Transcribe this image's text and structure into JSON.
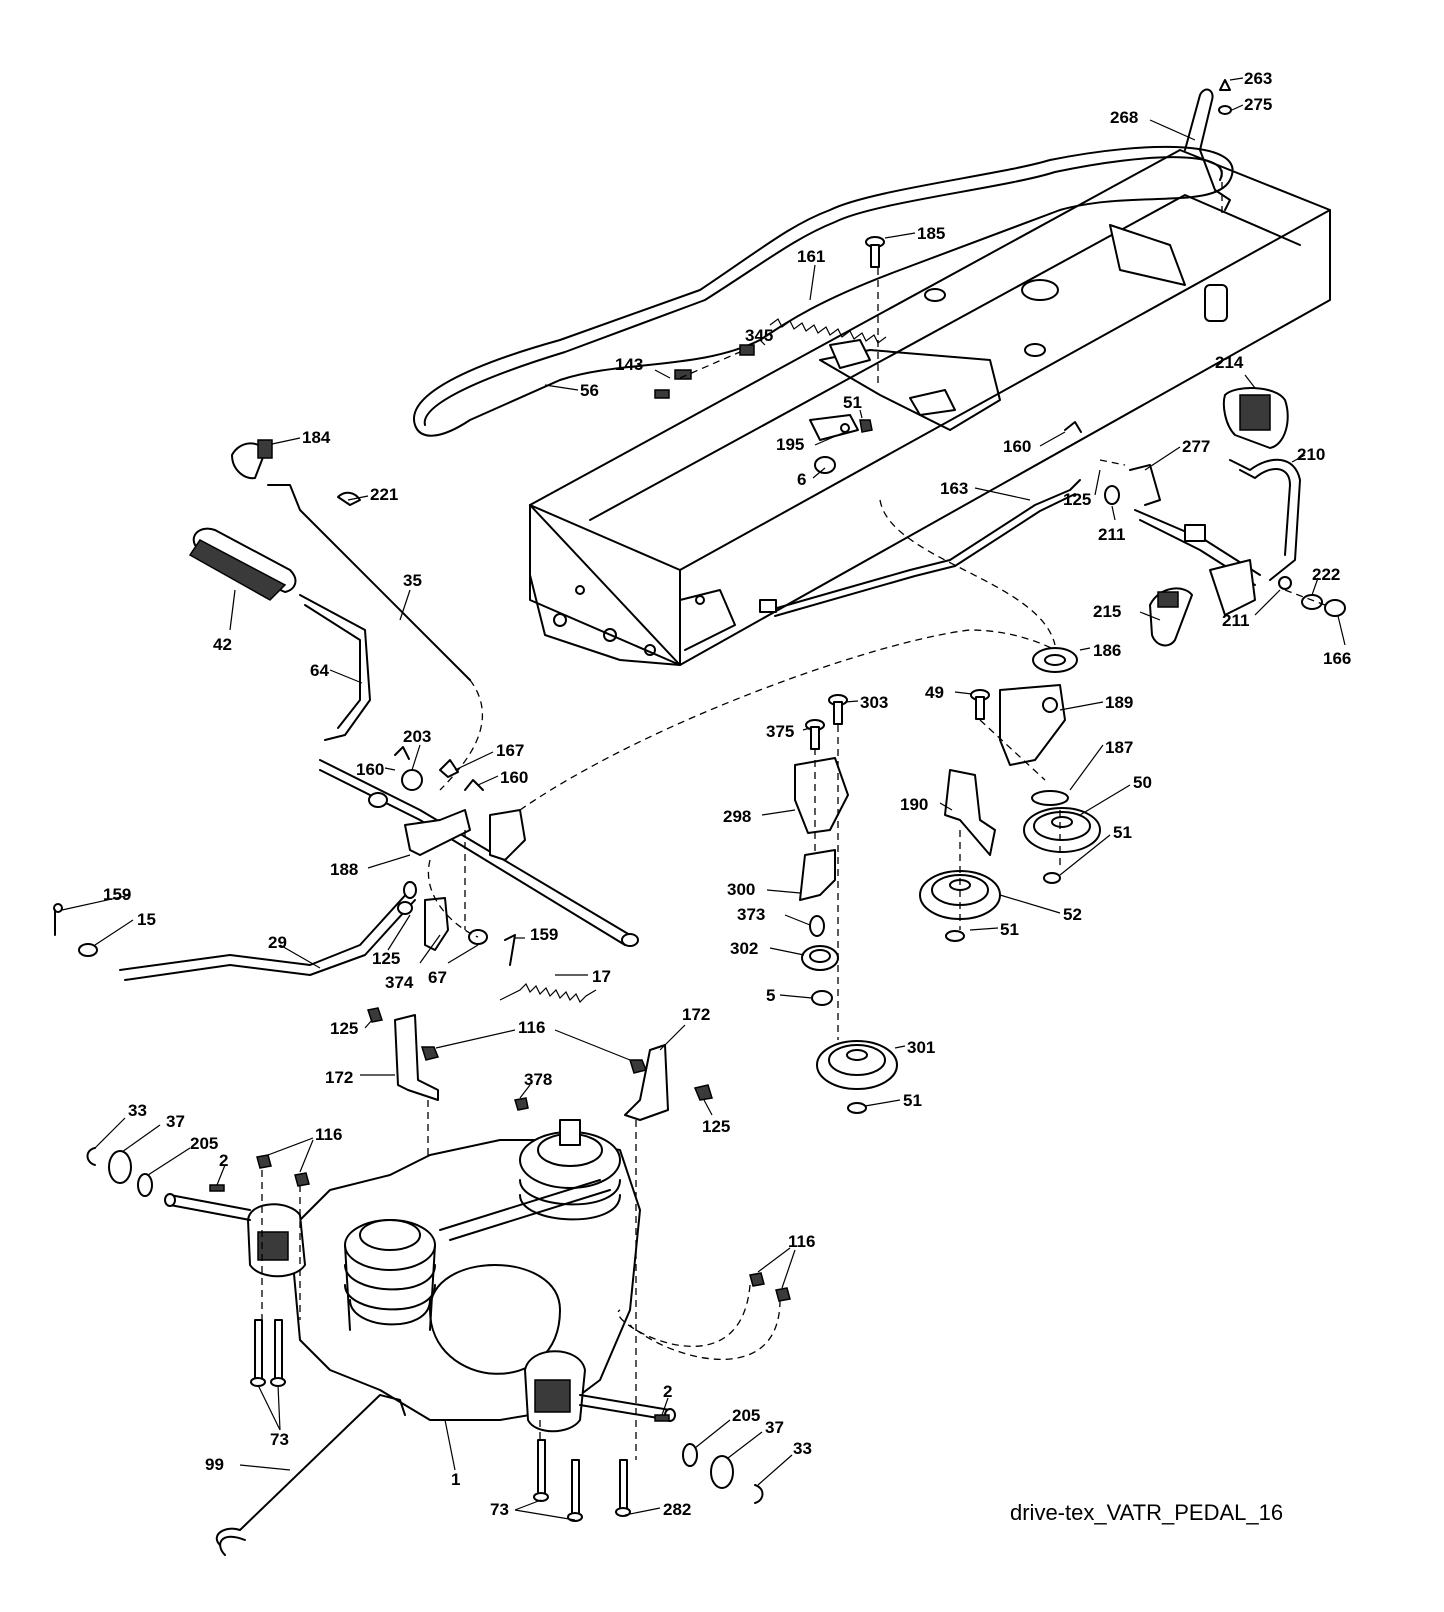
{
  "caption": "drive-tex_VATR_PEDAL_16",
  "callouts": [
    {
      "id": "263",
      "label": "263"
    },
    {
      "id": "275",
      "label": "275"
    },
    {
      "id": "268",
      "label": "268"
    },
    {
      "id": "185",
      "label": "185"
    },
    {
      "id": "161",
      "label": "161"
    },
    {
      "id": "345",
      "label": "345"
    },
    {
      "id": "143",
      "label": "143"
    },
    {
      "id": "56",
      "label": "56"
    },
    {
      "id": "214",
      "label": "214"
    },
    {
      "id": "51a",
      "label": "51"
    },
    {
      "id": "195",
      "label": "195"
    },
    {
      "id": "160a",
      "label": "160"
    },
    {
      "id": "277",
      "label": "277"
    },
    {
      "id": "210",
      "label": "210"
    },
    {
      "id": "184",
      "label": "184"
    },
    {
      "id": "6",
      "label": "6"
    },
    {
      "id": "163",
      "label": "163"
    },
    {
      "id": "125a",
      "label": "125"
    },
    {
      "id": "221",
      "label": "221"
    },
    {
      "id": "211a",
      "label": "211"
    },
    {
      "id": "222",
      "label": "222"
    },
    {
      "id": "35",
      "label": "35"
    },
    {
      "id": "215",
      "label": "215"
    },
    {
      "id": "211b",
      "label": "211"
    },
    {
      "id": "42",
      "label": "42"
    },
    {
      "id": "166",
      "label": "166"
    },
    {
      "id": "186",
      "label": "186"
    },
    {
      "id": "64",
      "label": "64"
    },
    {
      "id": "49",
      "label": "49"
    },
    {
      "id": "303",
      "label": "303"
    },
    {
      "id": "189",
      "label": "189"
    },
    {
      "id": "375",
      "label": "375"
    },
    {
      "id": "203",
      "label": "203"
    },
    {
      "id": "167",
      "label": "167"
    },
    {
      "id": "187",
      "label": "187"
    },
    {
      "id": "160b",
      "label": "160"
    },
    {
      "id": "160c",
      "label": "160"
    },
    {
      "id": "50",
      "label": "50"
    },
    {
      "id": "190",
      "label": "190"
    },
    {
      "id": "298",
      "label": "298"
    },
    {
      "id": "51b",
      "label": "51"
    },
    {
      "id": "188",
      "label": "188"
    },
    {
      "id": "300",
      "label": "300"
    },
    {
      "id": "159a",
      "label": "159"
    },
    {
      "id": "52",
      "label": "52"
    },
    {
      "id": "373",
      "label": "373"
    },
    {
      "id": "15",
      "label": "15"
    },
    {
      "id": "51c",
      "label": "51"
    },
    {
      "id": "29",
      "label": "29"
    },
    {
      "id": "125b",
      "label": "125"
    },
    {
      "id": "159b",
      "label": "159"
    },
    {
      "id": "302",
      "label": "302"
    },
    {
      "id": "374",
      "label": "374"
    },
    {
      "id": "67",
      "label": "67"
    },
    {
      "id": "17",
      "label": "17"
    },
    {
      "id": "5",
      "label": "5"
    },
    {
      "id": "125c",
      "label": "125"
    },
    {
      "id": "116a",
      "label": "116"
    },
    {
      "id": "172a",
      "label": "172"
    },
    {
      "id": "301",
      "label": "301"
    },
    {
      "id": "172b",
      "label": "172"
    },
    {
      "id": "378",
      "label": "378"
    },
    {
      "id": "51d",
      "label": "51"
    },
    {
      "id": "33a",
      "label": "33"
    },
    {
      "id": "37a",
      "label": "37"
    },
    {
      "id": "125d",
      "label": "125"
    },
    {
      "id": "116b",
      "label": "116"
    },
    {
      "id": "205a",
      "label": "205"
    },
    {
      "id": "2a",
      "label": "2"
    },
    {
      "id": "116c",
      "label": "116"
    },
    {
      "id": "2b",
      "label": "2"
    },
    {
      "id": "73a",
      "label": "73"
    },
    {
      "id": "205b",
      "label": "205"
    },
    {
      "id": "37b",
      "label": "37"
    },
    {
      "id": "99",
      "label": "99"
    },
    {
      "id": "33b",
      "label": "33"
    },
    {
      "id": "1",
      "label": "1"
    },
    {
      "id": "73b",
      "label": "73"
    },
    {
      "id": "282",
      "label": "282"
    }
  ]
}
